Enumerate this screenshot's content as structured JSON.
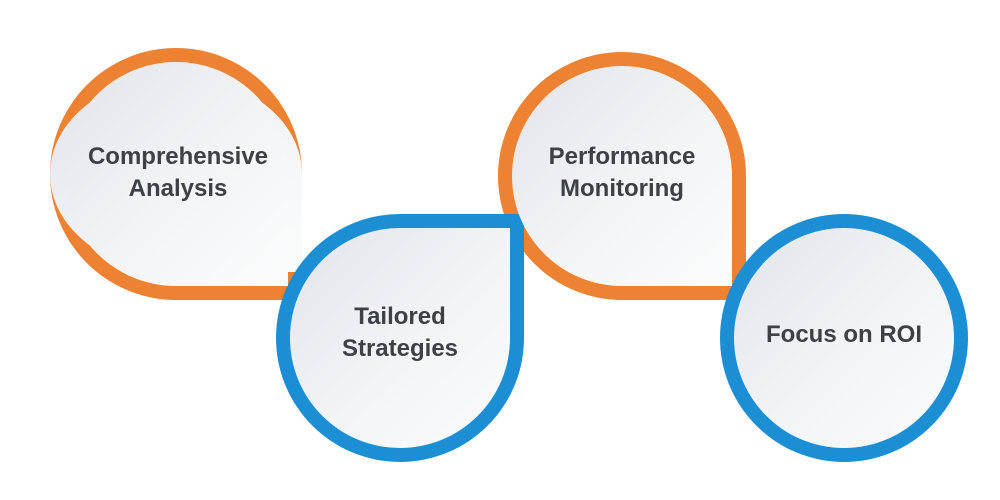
{
  "diagram": {
    "colors": {
      "orange": "#ee8233",
      "blue": "#1c8ed3",
      "fill_light": "#f9fafb",
      "fill_dark": "#e2e4e8",
      "text": "#3d4146"
    },
    "nodes": [
      {
        "label": "Comprehensive\nAnalysis",
        "ring": "orange"
      },
      {
        "label": "Tailored\nStrategies",
        "ring": "blue"
      },
      {
        "label": "Performance\nMonitoring",
        "ring": "orange"
      },
      {
        "label": "Focus on ROI",
        "ring": "blue"
      }
    ]
  }
}
